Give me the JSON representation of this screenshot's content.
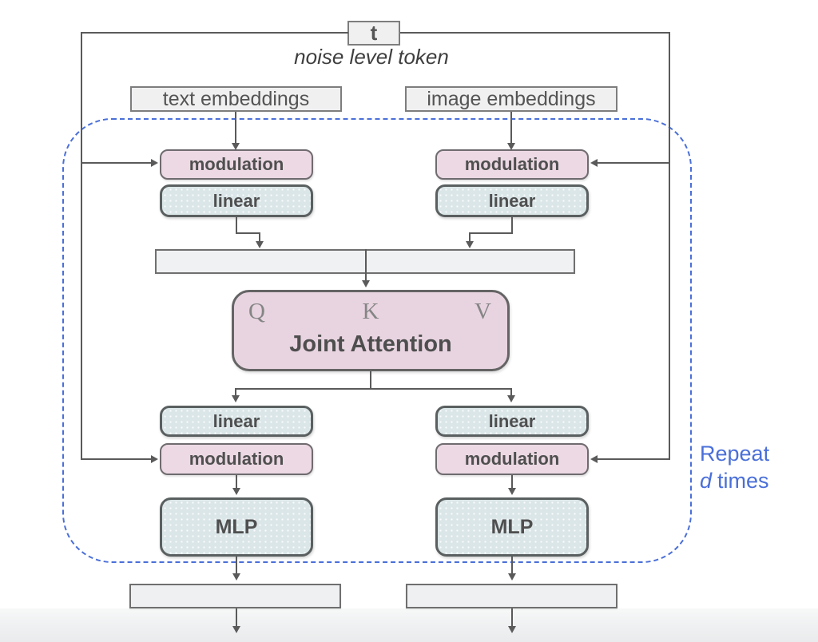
{
  "colors": {
    "pink": "#ecd9e3",
    "pink-border": "#6f6b6f",
    "blue-box": "#dbe6e8",
    "blue-box-border": "#5a5f60",
    "gray-box": "#f0f0f1",
    "gray-box-border": "#7d7d7d",
    "line": "#5a5a5a",
    "label": "#4f4f4f",
    "accent-blue": "#4a6fd8",
    "qkv": "#858585"
  },
  "header": {
    "t_label": "t",
    "caption": "noise level token"
  },
  "inputs": {
    "text_embeddings": "text embeddings",
    "image_embeddings": "image embeddings"
  },
  "labels": {
    "modulation": "modulation",
    "linear": "linear",
    "mlp": "MLP"
  },
  "attention": {
    "q": "Q",
    "k": "K",
    "v": "V",
    "title": "Joint Attention"
  },
  "repeat_note": {
    "line1": "Repeat",
    "d": "d",
    "times": "times"
  }
}
